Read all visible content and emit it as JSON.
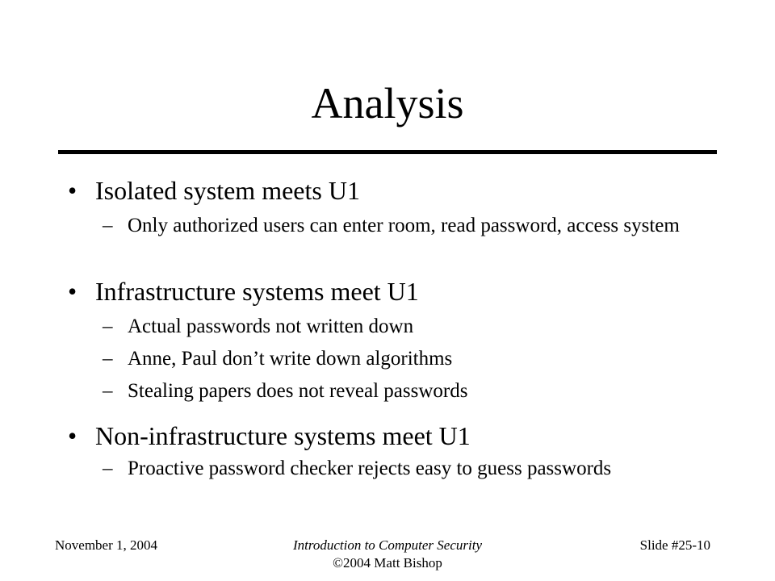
{
  "slide": {
    "title": "Analysis",
    "items": [
      {
        "bullet": "•",
        "text": "Isolated system meets U1",
        "subs": [
          "Only authorized users can enter room, read password, access system"
        ]
      },
      {
        "bullet": "•",
        "text": "Infrastructure systems meet U1",
        "subs": [
          "Actual passwords not written down",
          "Anne, Paul don’t write down algorithms",
          "Stealing papers does not reveal passwords"
        ]
      },
      {
        "bullet": "•",
        "text": "Non-infrastructure systems meet U1",
        "subs": [
          "Proactive password checker rejects easy to guess passwords"
        ]
      }
    ],
    "dash": "–"
  },
  "footer": {
    "date": "November 1, 2004",
    "course": "Introduction to Computer Security",
    "copyright": "©2004 Matt Bishop",
    "slide_number": "Slide #25-10"
  }
}
